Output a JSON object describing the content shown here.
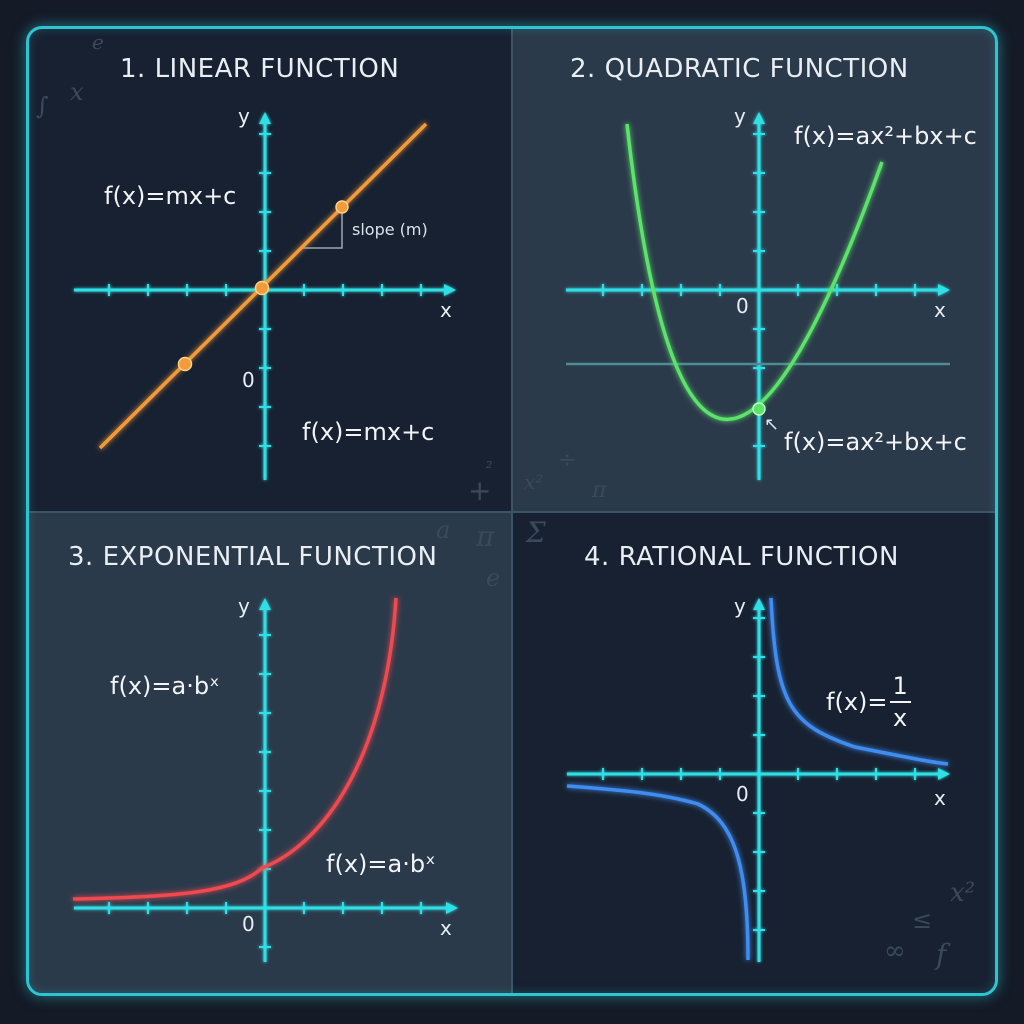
{
  "panels": {
    "linear": {
      "title": "1. LINEAR FUNCTION",
      "formula_top": "f(x)=mx+c",
      "formula_bottom": "f(x)=mx+c",
      "slope_label": "slope (m)",
      "axis_y": "y",
      "axis_x": "x",
      "origin": "0",
      "curve_color": "#f39a3a"
    },
    "quadratic": {
      "title": "2. QUADRATIC FUNCTION",
      "formula_top": "f(x)=ax²+bx+c",
      "formula_bottom": "f(x)=ax²+bx+c",
      "arrow": "↖",
      "axis_y": "y",
      "axis_x": "x",
      "origin": "0",
      "curve_color": "#5be36a"
    },
    "exponential": {
      "title": "3. EXPONENTIAL FUNCTION",
      "formula_top": "f(x)=a·bˣ",
      "formula_bottom": "f(x)=a·bˣ",
      "axis_y": "y",
      "axis_x": "x",
      "origin": "0",
      "curve_color": "#f0484f"
    },
    "rational": {
      "title": "4. RATIONAL FUNCTION",
      "formula_prefix": "f(x)=",
      "formula_num": "1",
      "formula_den": "x",
      "axis_y": "y",
      "axis_x": "x",
      "origin": "0",
      "curve_color": "#3f8df2"
    }
  },
  "decorations": [
    "e",
    "x",
    "∫",
    "+",
    "²",
    "x²",
    "÷",
    "π",
    "a",
    "π",
    "e",
    "Σ",
    "x²",
    "≤",
    "∞",
    "f"
  ],
  "colors": {
    "axis": "#2fe0e6",
    "frame": "#2fc4d2",
    "dark_panel": "#172131",
    "light_panel": "#2b3a4b"
  }
}
